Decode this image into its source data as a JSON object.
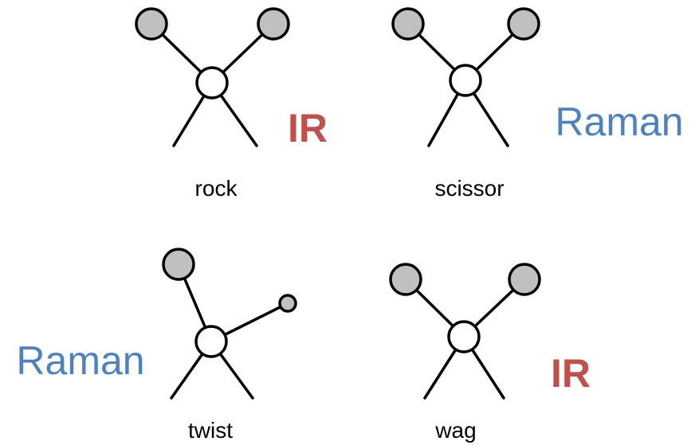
{
  "colors": {
    "ir": "#c0504d",
    "raman": "#4f81bd",
    "outer_atom": "#c0c0c0",
    "center_atom": "#ffffff",
    "bond": "#000000"
  },
  "modes": [
    {
      "caption": "rock",
      "activity": "IR",
      "activity_type": "ir"
    },
    {
      "caption": "scissor",
      "activity": "Raman",
      "activity_type": "raman"
    },
    {
      "caption": "twist",
      "activity": "Raman",
      "activity_type": "raman"
    },
    {
      "caption": "wag",
      "activity": "IR",
      "activity_type": "ir"
    }
  ]
}
